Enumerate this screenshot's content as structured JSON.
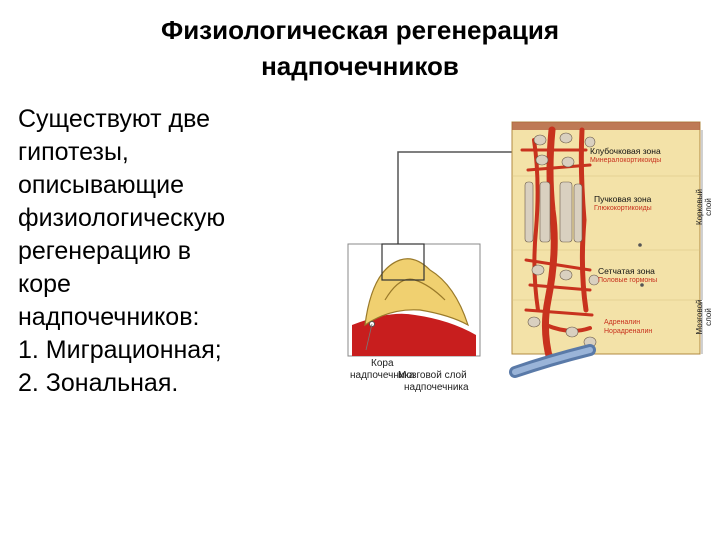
{
  "title": {
    "line1": "Физиологическая регенерация",
    "line2": "надпочечников"
  },
  "body": {
    "lines": [
      "Существуют две",
      "гипотезы,",
      "описывающие",
      "физиологическую",
      "регенерацию в",
      "коре",
      "надпочечников:",
      "1. Миграционная;",
      "2. Зональная."
    ]
  },
  "diagram": {
    "cortex_label": [
      "Кора",
      "надпочечника"
    ],
    "medulla_label": [
      "Мозговой слой",
      "надпочечника"
    ],
    "zones": [
      {
        "name": "Клубочковая зона",
        "sub": "Минералокортикоиды"
      },
      {
        "name": "Пучковая зона",
        "sub": "Глюкокортикоиды"
      },
      {
        "name": "Сетчатая зона",
        "sub": "Половые гормоны"
      },
      {
        "name": "",
        "sub": "Адреналин"
      },
      {
        "name": "",
        "sub": "Норадреналин"
      }
    ],
    "side_labels": {
      "cortical": [
        "Корковый",
        "слой"
      ],
      "medullary": [
        "Мозговой",
        "слой"
      ]
    },
    "colors": {
      "zone_bg": "#f3e2a8",
      "vessel": "#c8321e",
      "cells": "#d9d0c0",
      "medulla_red": "#c81e1e",
      "cortex_yellow": "#f0d070"
    }
  }
}
